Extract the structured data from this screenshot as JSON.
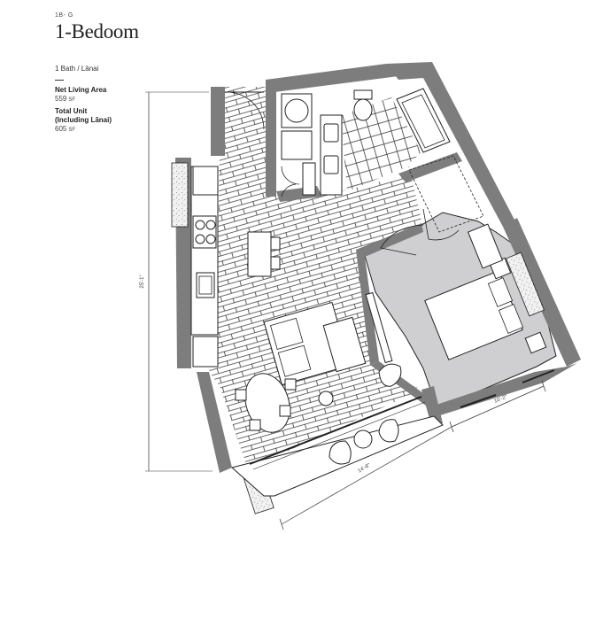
{
  "unit": {
    "code": "1B- G",
    "title": "1-Bedoom"
  },
  "specs": {
    "bath_lanai": "1 Bath / Lānai",
    "net_label": "Net Living Area",
    "net_value": "559",
    "net_unit": "SF",
    "total_label_1": "Total Unit",
    "total_label_2": "(Including Lānai)",
    "total_value": "605",
    "total_unit": "SF"
  },
  "dimensions": {
    "height": "25'-1\"",
    "width_living": "14'-8\"",
    "width_bedroom": "10'-2\""
  },
  "colors": {
    "wall": "#7d7d7d",
    "bedroom_fill": "#cfcfd2",
    "floor_line": "#3a3a3a",
    "outline": "#222222"
  }
}
